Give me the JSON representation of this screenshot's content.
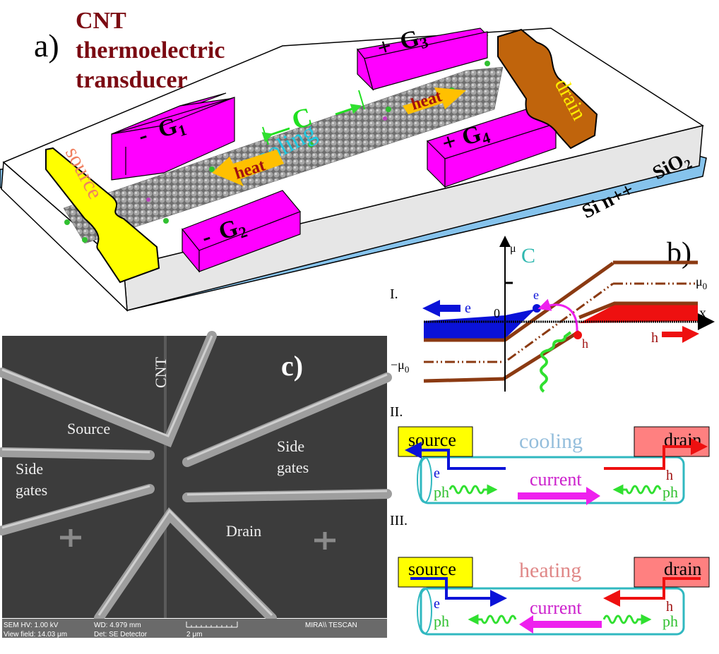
{
  "panel_a": {
    "label": "a)",
    "title_lines": [
      "CNT",
      "thermoelectric",
      "transducer"
    ],
    "title_color": "#7b0a12",
    "source_label": "source",
    "drain_label": "drain",
    "gates": [
      {
        "sign": "-",
        "name": "G",
        "sub": "1"
      },
      {
        "sign": "-",
        "name": "G",
        "sub": "2"
      },
      {
        "sign": "+",
        "name": "G",
        "sub": "3"
      },
      {
        "sign": "+",
        "name": "G",
        "sub": "4"
      }
    ],
    "region_label": "C",
    "cooling_label": "cooling",
    "heat_left_label": "heat",
    "heat_right_label": "heat",
    "layer_oxide": "SiO",
    "layer_oxide_sub": "2",
    "layer_substrate": "Si n++",
    "colors": {
      "gate": "#ff00ff",
      "source": "#ffff00",
      "drain": "#c0640c",
      "oxide": "#e6e6e6",
      "substrate": "#86c3ec",
      "cnt": "#8c8c8c",
      "arrow_heat": "#ffc000",
      "text_heat": "#a01010",
      "text_cooling": "#20c8e0",
      "region_marker": "#20e020"
    }
  },
  "panel_b": {
    "label": "b)",
    "region_label": "C",
    "row_I": "I.",
    "row_II": "II.",
    "row_III": "III.",
    "axis_y": "μ",
    "axis_x": "x",
    "zero": "0",
    "mu0_label": "μ",
    "mu0_sub": "0",
    "neg_mu0_label": "−μ",
    "electron": "e",
    "hole": "h",
    "diagram_II": {
      "source": "source",
      "drain": "drain",
      "mode": "cooling",
      "mode_color": "#94bedc",
      "current": "current",
      "electron": "e",
      "hole": "h",
      "phonon_left": "ph",
      "phonon_right": "ph"
    },
    "diagram_III": {
      "source": "source",
      "drain": "drain",
      "mode": "heating",
      "mode_color": "#e08888",
      "current": "current",
      "electron": "e",
      "hole": "h",
      "phonon_left": "ph",
      "phonon_right": "ph"
    },
    "colors": {
      "band": "#8b3a12",
      "electron": "#0a12d8",
      "hole": "#ee1010",
      "current": "#ee20ee",
      "phonon": "#30e030",
      "tube": "#30b8c0",
      "source_box": "#ffff00",
      "drain_box": "#ff8080"
    }
  },
  "panel_c": {
    "label": "c)",
    "cnt_label": "CNT",
    "source_label": "Source",
    "side_gates_left": [
      "Side",
      "gates"
    ],
    "side_gates_right": [
      "Side",
      "gates"
    ],
    "drain_label": "Drain",
    "infobar": {
      "hv": "SEM HV: 1.00 kV",
      "view_field": "View field: 14.03 μm",
      "wd": "WD: 4.979 mm",
      "detector": "Det: SE Detector",
      "scale": "2 μm",
      "brand": "MIRA\\\\ TESCAN"
    }
  }
}
